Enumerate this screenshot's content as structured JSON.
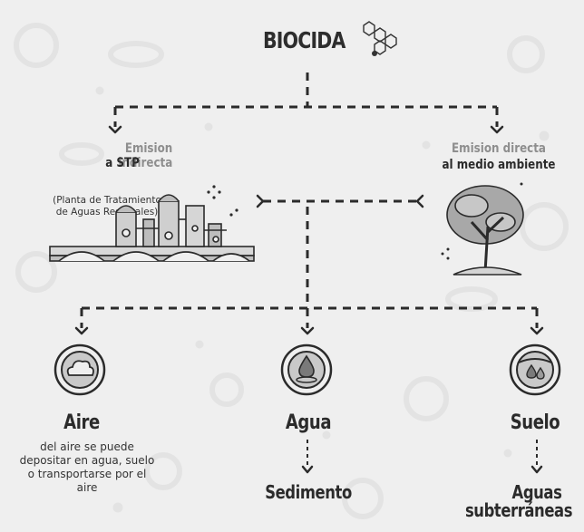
{
  "title": "BIOCIDA",
  "indirect": {
    "line1": "Emision indirecta",
    "line2": "a STP"
  },
  "plant_note": "(Planta de Tratamiento de Aguas Residuales)",
  "direct": {
    "line1": "Emision directa",
    "line2": "al medio ambiente"
  },
  "compartments": {
    "aire": {
      "label": "Aire",
      "description": "del aire se puede depositar en agua, suelo o transportarse por el aire"
    },
    "agua": {
      "label": "Agua",
      "downstream": "Sedimento"
    },
    "suelo": {
      "label": "Suelo",
      "downstream_line1": "Aguas",
      "downstream_line2": "subterráneas"
    }
  },
  "colors": {
    "background": "#efefef",
    "ink": "#2b2b2b",
    "muted": "#8e8e8e",
    "pattern": "#e2e2e2"
  }
}
